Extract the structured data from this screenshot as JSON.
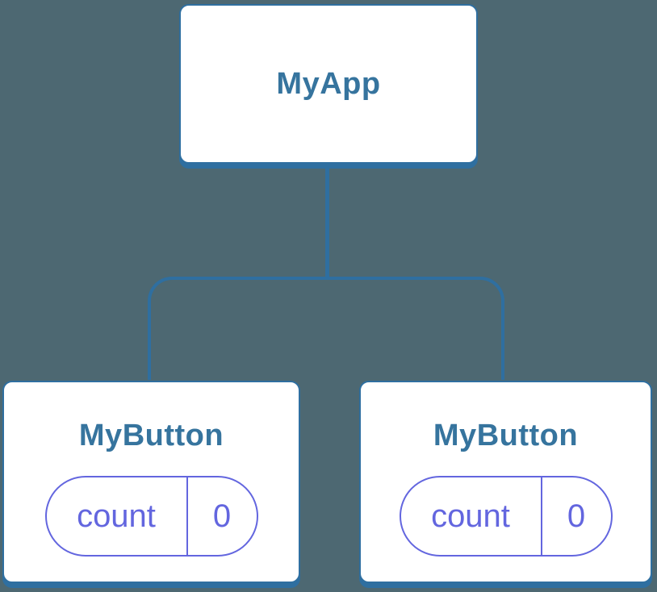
{
  "colors": {
    "background": "#4D6872",
    "connector_line": "#2F6FA0",
    "node_border": "#2F6FA0",
    "node_background": "#FFFFFF",
    "node_label_text": "#36749E",
    "state_pill": "#6366DF"
  },
  "tree": {
    "root": {
      "label": "MyApp"
    },
    "children": [
      {
        "label": "MyButton",
        "state": {
          "key": "count",
          "value": "0"
        }
      },
      {
        "label": "MyButton",
        "state": {
          "key": "count",
          "value": "0"
        }
      }
    ]
  }
}
